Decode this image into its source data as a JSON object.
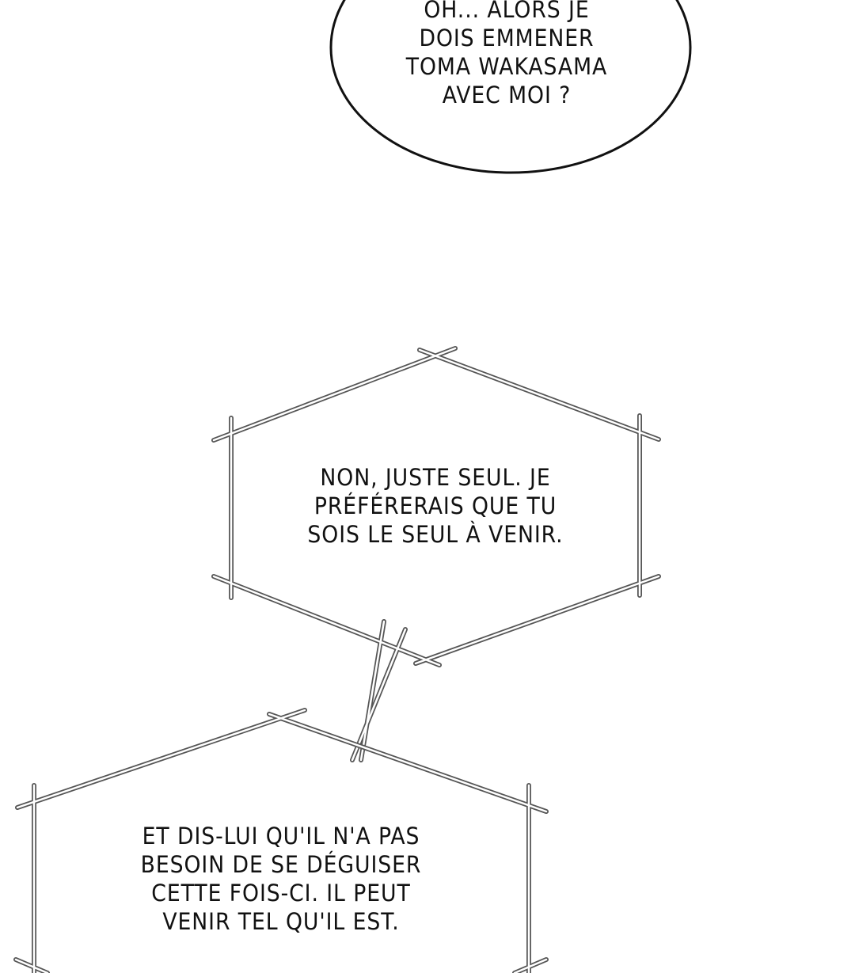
{
  "bubbles": [
    {
      "shape": "ellipse",
      "lines": [
        "OH... ALORS JE",
        "DOIS EMMENER",
        "TOMA WAKASAMA",
        "AVEC MOI ?"
      ]
    },
    {
      "shape": "hexagon",
      "lines": [
        "NON, JUSTE SEUL. JE",
        "PRÉFÉRERAIS QUE TU",
        "SOIS LE SEUL À VENIR."
      ]
    },
    {
      "shape": "hexagon",
      "lines": [
        "ET DIS-LUI QU'IL N'A PAS",
        "BESOIN DE SE DÉGUISER",
        "CETTE FOIS-CI. IL PEUT",
        "VENIR TEL QU'IL EST."
      ]
    }
  ]
}
